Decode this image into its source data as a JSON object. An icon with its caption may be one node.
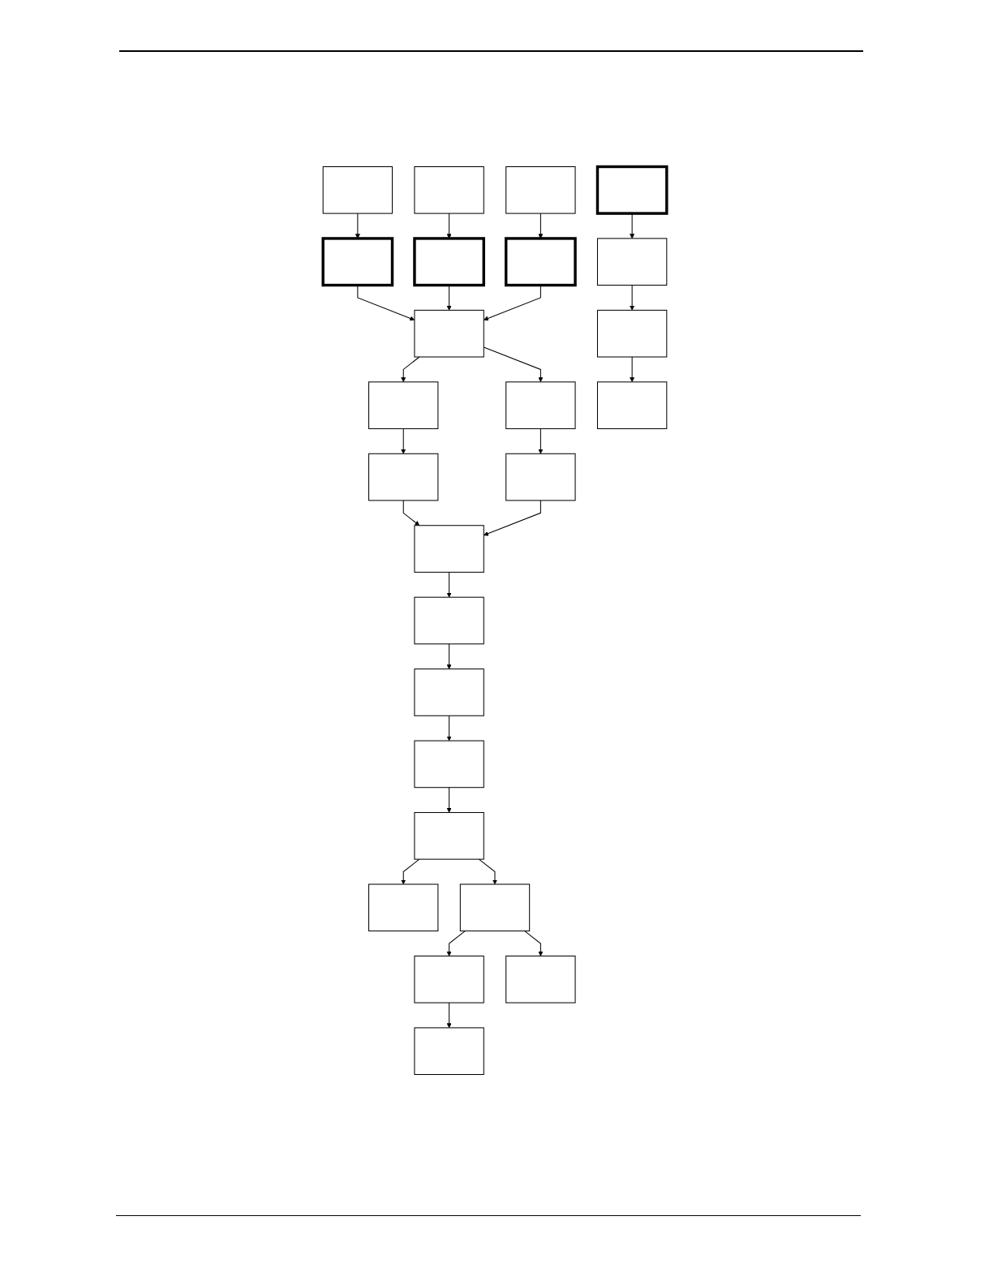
{
  "diagram": {
    "nodes": [
      {
        "text": [],
        "shape": "box"
      },
      {
        "text": [],
        "shape": "box"
      },
      {
        "text": [],
        "shape": "box"
      },
      {
        "text": [],
        "shape": "box"
      },
      {
        "text": [],
        "shape": "box"
      },
      {
        "text": [],
        "shape": "box"
      },
      {
        "text": [],
        "shape": "box"
      },
      {
        "text": [],
        "shape": "box"
      },
      {
        "text": [],
        "shape": "box"
      },
      {
        "text": [],
        "shape": "box"
      },
      {
        "text": [],
        "shape": "box"
      },
      {
        "text": [],
        "shape": "box"
      },
      {
        "text": [],
        "shape": "box"
      },
      {
        "text": [],
        "shape": "box"
      },
      {
        "text": [],
        "shape": "box"
      },
      {
        "text": [],
        "shape": "box"
      },
      {
        "text": [],
        "shape": "box"
      },
      {
        "text": [],
        "shape": "box"
      },
      {
        "text": [],
        "shape": "box"
      },
      {
        "text": [],
        "shape": "box"
      },
      {
        "text": [],
        "shape": "box"
      },
      {
        "text": [],
        "shape": "box"
      },
      {
        "text": [],
        "shape": "box"
      },
      {
        "text": [],
        "shape": "box"
      },
      {
        "text": [],
        "shape": "box"
      }
    ],
    "edges": [
      {
        "from": 0,
        "to": 3,
        "arrow": "to"
      },
      {
        "from": 1,
        "to": 4,
        "arrow": "to"
      },
      {
        "from": 2,
        "to": 5,
        "arrow": "to"
      },
      {
        "from": 3,
        "to": 7,
        "arrow": "to"
      },
      {
        "from": 4,
        "to": 7,
        "arrow": "to"
      },
      {
        "from": 5,
        "to": 7,
        "arrow": "to"
      },
      {
        "from": 7,
        "to": 8,
        "arrow": "to"
      },
      {
        "from": 7,
        "to": 9,
        "arrow": "to"
      },
      {
        "from": 6,
        "to": 12,
        "arrow": "to"
      },
      {
        "from": 8,
        "to": 10,
        "arrow": "to"
      },
      {
        "from": 9,
        "to": 11,
        "arrow": "to"
      },
      {
        "from": 10,
        "to": 13,
        "arrow": "to"
      },
      {
        "from": 11,
        "to": 13,
        "arrow": "to"
      },
      {
        "from": 13,
        "to": 15,
        "arrow": "to"
      },
      {
        "from": 12,
        "to": 14,
        "arrow": "to"
      },
      {
        "from": 15,
        "to": 17,
        "arrow": "to"
      },
      {
        "from": 14,
        "to": 16,
        "arrow": "to"
      },
      {
        "from": 17,
        "to": 18,
        "arrow": "to"
      },
      {
        "from": 18,
        "to": 19,
        "arrow": "to"
      },
      {
        "from": 19,
        "to": 20,
        "arrow": "to"
      },
      {
        "from": 19,
        "to": 21,
        "arrow": "to"
      },
      {
        "from": 21,
        "to": 22,
        "arrow": "to"
      },
      {
        "from": 21,
        "to": 23,
        "arrow": "to"
      },
      {
        "from": 22,
        "to": 24,
        "arrow": "to"
      }
    ]
  }
}
